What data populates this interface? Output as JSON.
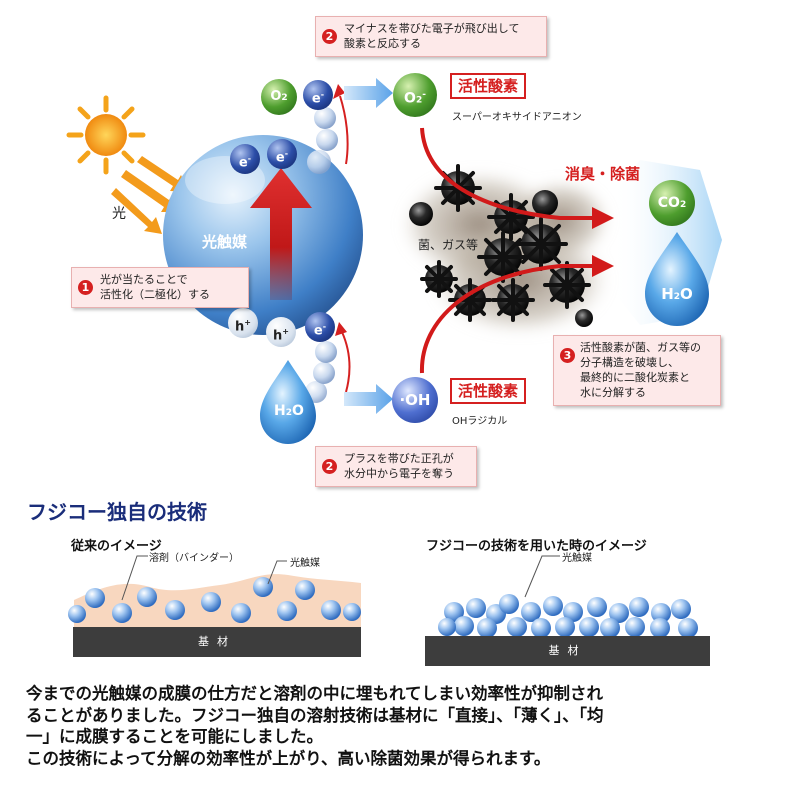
{
  "diagram": {
    "light_label": "光",
    "catalyst_label": "光触媒",
    "electron_symbol": "e",
    "electron_sup": "-",
    "hole_symbol": "h",
    "hole_sup": "+",
    "o2_main": "O",
    "o2_sub": "2",
    "h2o_prefix": "H",
    "h2o_sub": "2",
    "h2o_suffix": "O",
    "superoxide_main": "O",
    "superoxide_sub": "2",
    "superoxide_sup": "-",
    "oh_radical_text": "·OH",
    "co2_main": "CO",
    "co2_sub": "2",
    "active_oxygen_label_1": "活性酸素",
    "active_oxygen_label_2": "活性酸素",
    "superoxide_name": "スーパーオキサイドアニオン",
    "oh_radical_name": "OHラジカル",
    "bacteria_label": "菌、ガス等",
    "deodorize_label": "消臭・除菌",
    "colors": {
      "sphere": "#4f8fd6",
      "arrow_red": "#d52020",
      "callout_bg": "#fde9e9",
      "o2_green": "#3f8f2a",
      "electron_navy": "#1f3f8f",
      "radical_blue": "#2b55b8",
      "sun_orange": "#f08a10"
    },
    "callouts": [
      {
        "number": "1",
        "line1": "光が当たることで",
        "line2": "活性化（二極化）する"
      },
      {
        "number": "2",
        "line1": "マイナスを帯びた電子が飛び出して",
        "line2": "酸素と反応する"
      },
      {
        "number": "2",
        "line1": "プラスを帯びた正孔が",
        "line2": "水分中から電子を奪う"
      },
      {
        "number": "3",
        "line1": "活性酸素が菌、ガス等の",
        "line2": "分子構造を破壊し、",
        "line3": "最終的に二酸化炭素と",
        "line4": "水に分解する"
      }
    ]
  },
  "section_title": "フジコー独自の技術",
  "comparison": {
    "left": {
      "title": "従来のイメージ",
      "solvent_label": "溶剤（バインダー）",
      "catalyst_label": "光触媒",
      "base_label": "基材"
    },
    "right": {
      "title": "フジコーの技術を用いた時のイメージ",
      "catalyst_label": "光触媒",
      "base_label": "基材"
    }
  },
  "paragraph": {
    "line1": "今までの光触媒の成膜の仕方だと溶剤の中に埋もれてしまい効率性が抑制され",
    "line2": "ることがありました。フジコー独自の溶射技術は基材に「直接」、「薄く」、「均",
    "line3": "一」に成膜することを可能にしました。",
    "line4": "この技術によって分解の効率性が上がり、高い除菌効果が得られます。"
  }
}
